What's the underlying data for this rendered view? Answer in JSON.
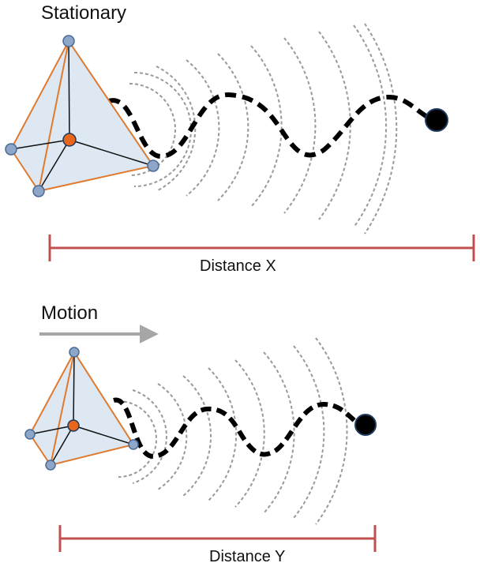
{
  "stationary": {
    "title": "Stationary",
    "distance_label": "Distance X"
  },
  "motion": {
    "title": "Motion",
    "distance_label": "Distance Y"
  },
  "colors": {
    "scale_bar": "#c0504d",
    "tetra_edge": "#e07a2e",
    "tetra_fill": "#dde8f3",
    "vertex_node": "#8ea6c8",
    "center_node": "#e8671b",
    "wave_arc": "#999999",
    "trajectory": "#000000",
    "arrow": "#a6a6a6"
  },
  "icons": {
    "target": "black-circle",
    "motion_arrow": "right-arrow"
  }
}
